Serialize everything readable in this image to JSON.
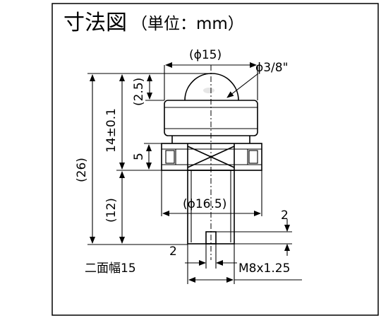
{
  "title": "寸法図",
  "unit_label": "（単位：mm）",
  "dimensions": {
    "top_diameter": "(ϕ15)",
    "ball_diameter": "ϕ3/8\"",
    "ball_protrusion": "(2.5)",
    "body_height": "14±0.1",
    "overall_height": "(26)",
    "hex_height": "5",
    "hex_diameter": "(ϕ16.5)",
    "thread_length": "(12)",
    "slot_depth": "2",
    "slot_width": "2",
    "across_flats": "二面幅15",
    "thread_spec": "M8x1.25"
  }
}
